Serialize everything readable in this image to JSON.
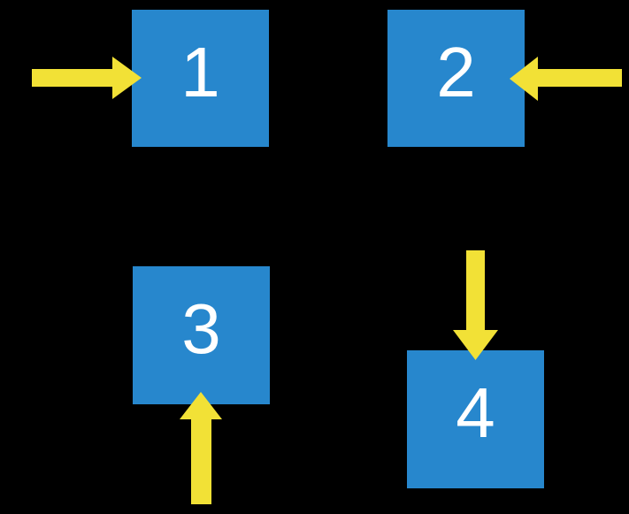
{
  "diagram": {
    "background": "#000000",
    "colors": {
      "square_fill": "#2787CD",
      "arrow_fill": "#F2E136",
      "number_color": "#FFFFFF"
    },
    "squares": [
      {
        "label": "1",
        "arrow_direction": "right",
        "arrow_enters_from": "left"
      },
      {
        "label": "2",
        "arrow_direction": "left",
        "arrow_enters_from": "right"
      },
      {
        "label": "3",
        "arrow_direction": "up",
        "arrow_enters_from": "bottom"
      },
      {
        "label": "4",
        "arrow_direction": "down",
        "arrow_enters_from": "top"
      }
    ]
  }
}
